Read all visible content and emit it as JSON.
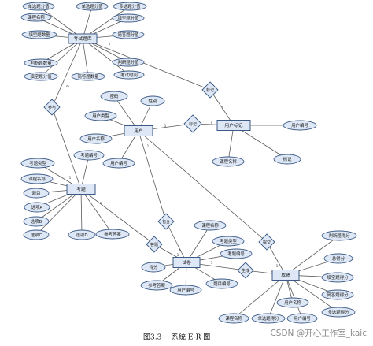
{
  "caption": {
    "label": "图3.3",
    "text": "系统 E-R 图"
  },
  "watermark": "CSDN @开心工作室_kaic",
  "entities": {
    "exam_question_bank": "考试题库",
    "user": "用户",
    "user_label": "用户标记",
    "question": "考题",
    "exam_paper": "试卷",
    "score": "成绩"
  },
  "relationships": {
    "label_user": "标记",
    "label_bank": "标记",
    "participate": "参与",
    "answer": "答题",
    "generate": "生成",
    "contain": "包含",
    "submit": "提交"
  },
  "cardinalities": [
    "1",
    "n",
    "1",
    "1",
    "m",
    "1",
    "n",
    "1",
    "1",
    "n",
    "1",
    "n",
    "1"
  ],
  "attributes": {
    "bank": [
      "单选题分值",
      "单选题分值",
      "多选题分值",
      "课程名称",
      "填空题分值",
      "填空题数量",
      "简答题分值",
      "判断题数量",
      "填空题分值",
      "判断题分值",
      "考试时间",
      "简答题数量"
    ],
    "user": [
      "密码",
      "性别",
      "用户类型",
      "用户名称",
      "用户编号"
    ],
    "user_label": [
      "用户编号",
      "课程名称",
      "标记"
    ],
    "question": [
      "考题类型",
      "课程名称",
      "题目",
      "选项A",
      "选项B",
      "选项C",
      "选项D",
      "考题编号",
      "参考答案"
    ],
    "paper": [
      "课程名称",
      "考题类型",
      "考题编号",
      "得分",
      "参考答案",
      "用户编号",
      "题目编号"
    ],
    "score": [
      "判断题得分",
      "总得分",
      "填空题得分",
      "简答题得分",
      "多选题得分",
      "单选题得分",
      "课程名称",
      "用户编号",
      "用户名称"
    ]
  }
}
